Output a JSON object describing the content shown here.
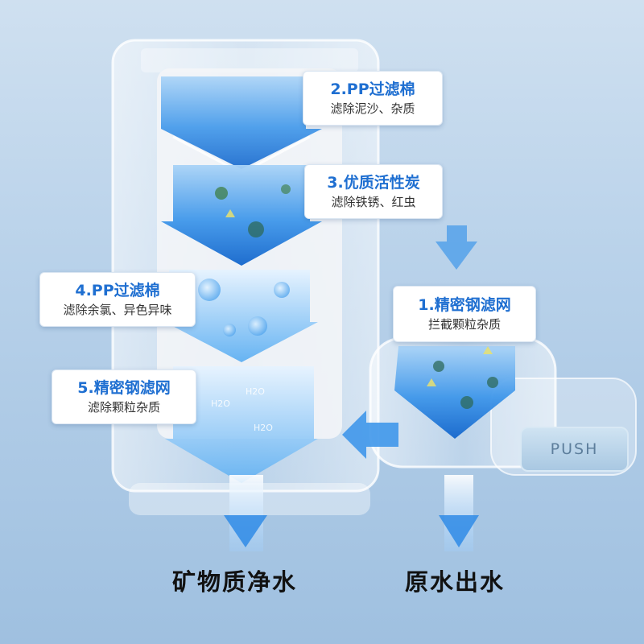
{
  "filters": [
    {
      "title": "2.PP过滤棉",
      "desc": "滤除泥沙、杂质"
    },
    {
      "title": "3.优质活性炭",
      "desc": "滤除铁锈、红虫"
    },
    {
      "title": "1.精密钢滤网",
      "desc": "拦截颗粒杂质"
    },
    {
      "title": "4.PP过滤棉",
      "desc": "滤除余氯、异色异味"
    },
    {
      "title": "5.精密钢滤网",
      "desc": "滤除颗粒杂质"
    }
  ],
  "outputs": {
    "left": "矿物质净水",
    "right": "原水出水"
  },
  "button_label": "PUSH",
  "water_label": "H2O",
  "colors": {
    "accent": "#1f6fd1",
    "background": "#b9d2ea",
    "arrow": "#2f8be6"
  }
}
